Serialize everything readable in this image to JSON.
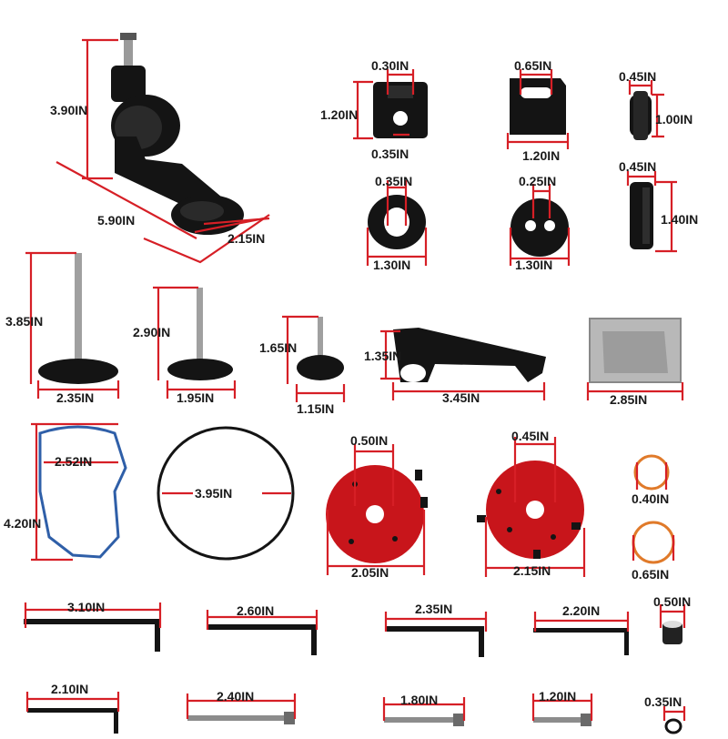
{
  "colors": {
    "dimension_line": "#d61f26",
    "part_black": "#141414",
    "part_red": "#c8151b",
    "gasket_blue": "#2f5fa8",
    "oring_orange": "#e07a2a"
  },
  "labels": {
    "mount_height": "3.90IN",
    "mount_length": "5.90IN",
    "mount_width": "2.15IN",
    "block_top": "0.30IN",
    "block_height": "1.20IN",
    "block_hole": "0.35IN",
    "clip_top": "0.65IN",
    "clip_width": "1.20IN",
    "knob_small_w": "0.45IN",
    "knob_small_h": "1.00IN",
    "ring_hole": "0.35IN",
    "ring_width": "1.30IN",
    "disc_hole": "0.25IN",
    "disc_width": "1.30IN",
    "knob_side_w": "0.45IN",
    "knob_side_h": "1.40IN",
    "bolt1_h": "3.85IN",
    "bolt1_w": "2.35IN",
    "bolt2_h": "2.90IN",
    "bolt2_w": "1.95IN",
    "bolt3_h": "1.65IN",
    "bolt3_w": "1.15IN",
    "wrench_h": "1.35IN",
    "wrench_w": "3.45IN",
    "pouch_w": "2.85IN",
    "gasket_w": "2.52IN",
    "gasket_h": "4.20IN",
    "oring_d": "3.95IN",
    "plate1_hole": "0.50IN",
    "plate1_d": "2.05IN",
    "plate2_hole": "0.45IN",
    "plate2_d": "2.15IN",
    "oring_small1": "0.40IN",
    "oring_small2": "0.65IN",
    "hex1": "3.10IN",
    "hex2": "2.60IN",
    "hex3": "2.35IN",
    "hex4": "2.20IN",
    "spacer": "0.50IN",
    "hex5": "2.10IN",
    "screw1": "2.40IN",
    "screw2": "1.80IN",
    "screw3": "1.20IN",
    "nut": "0.35IN"
  }
}
